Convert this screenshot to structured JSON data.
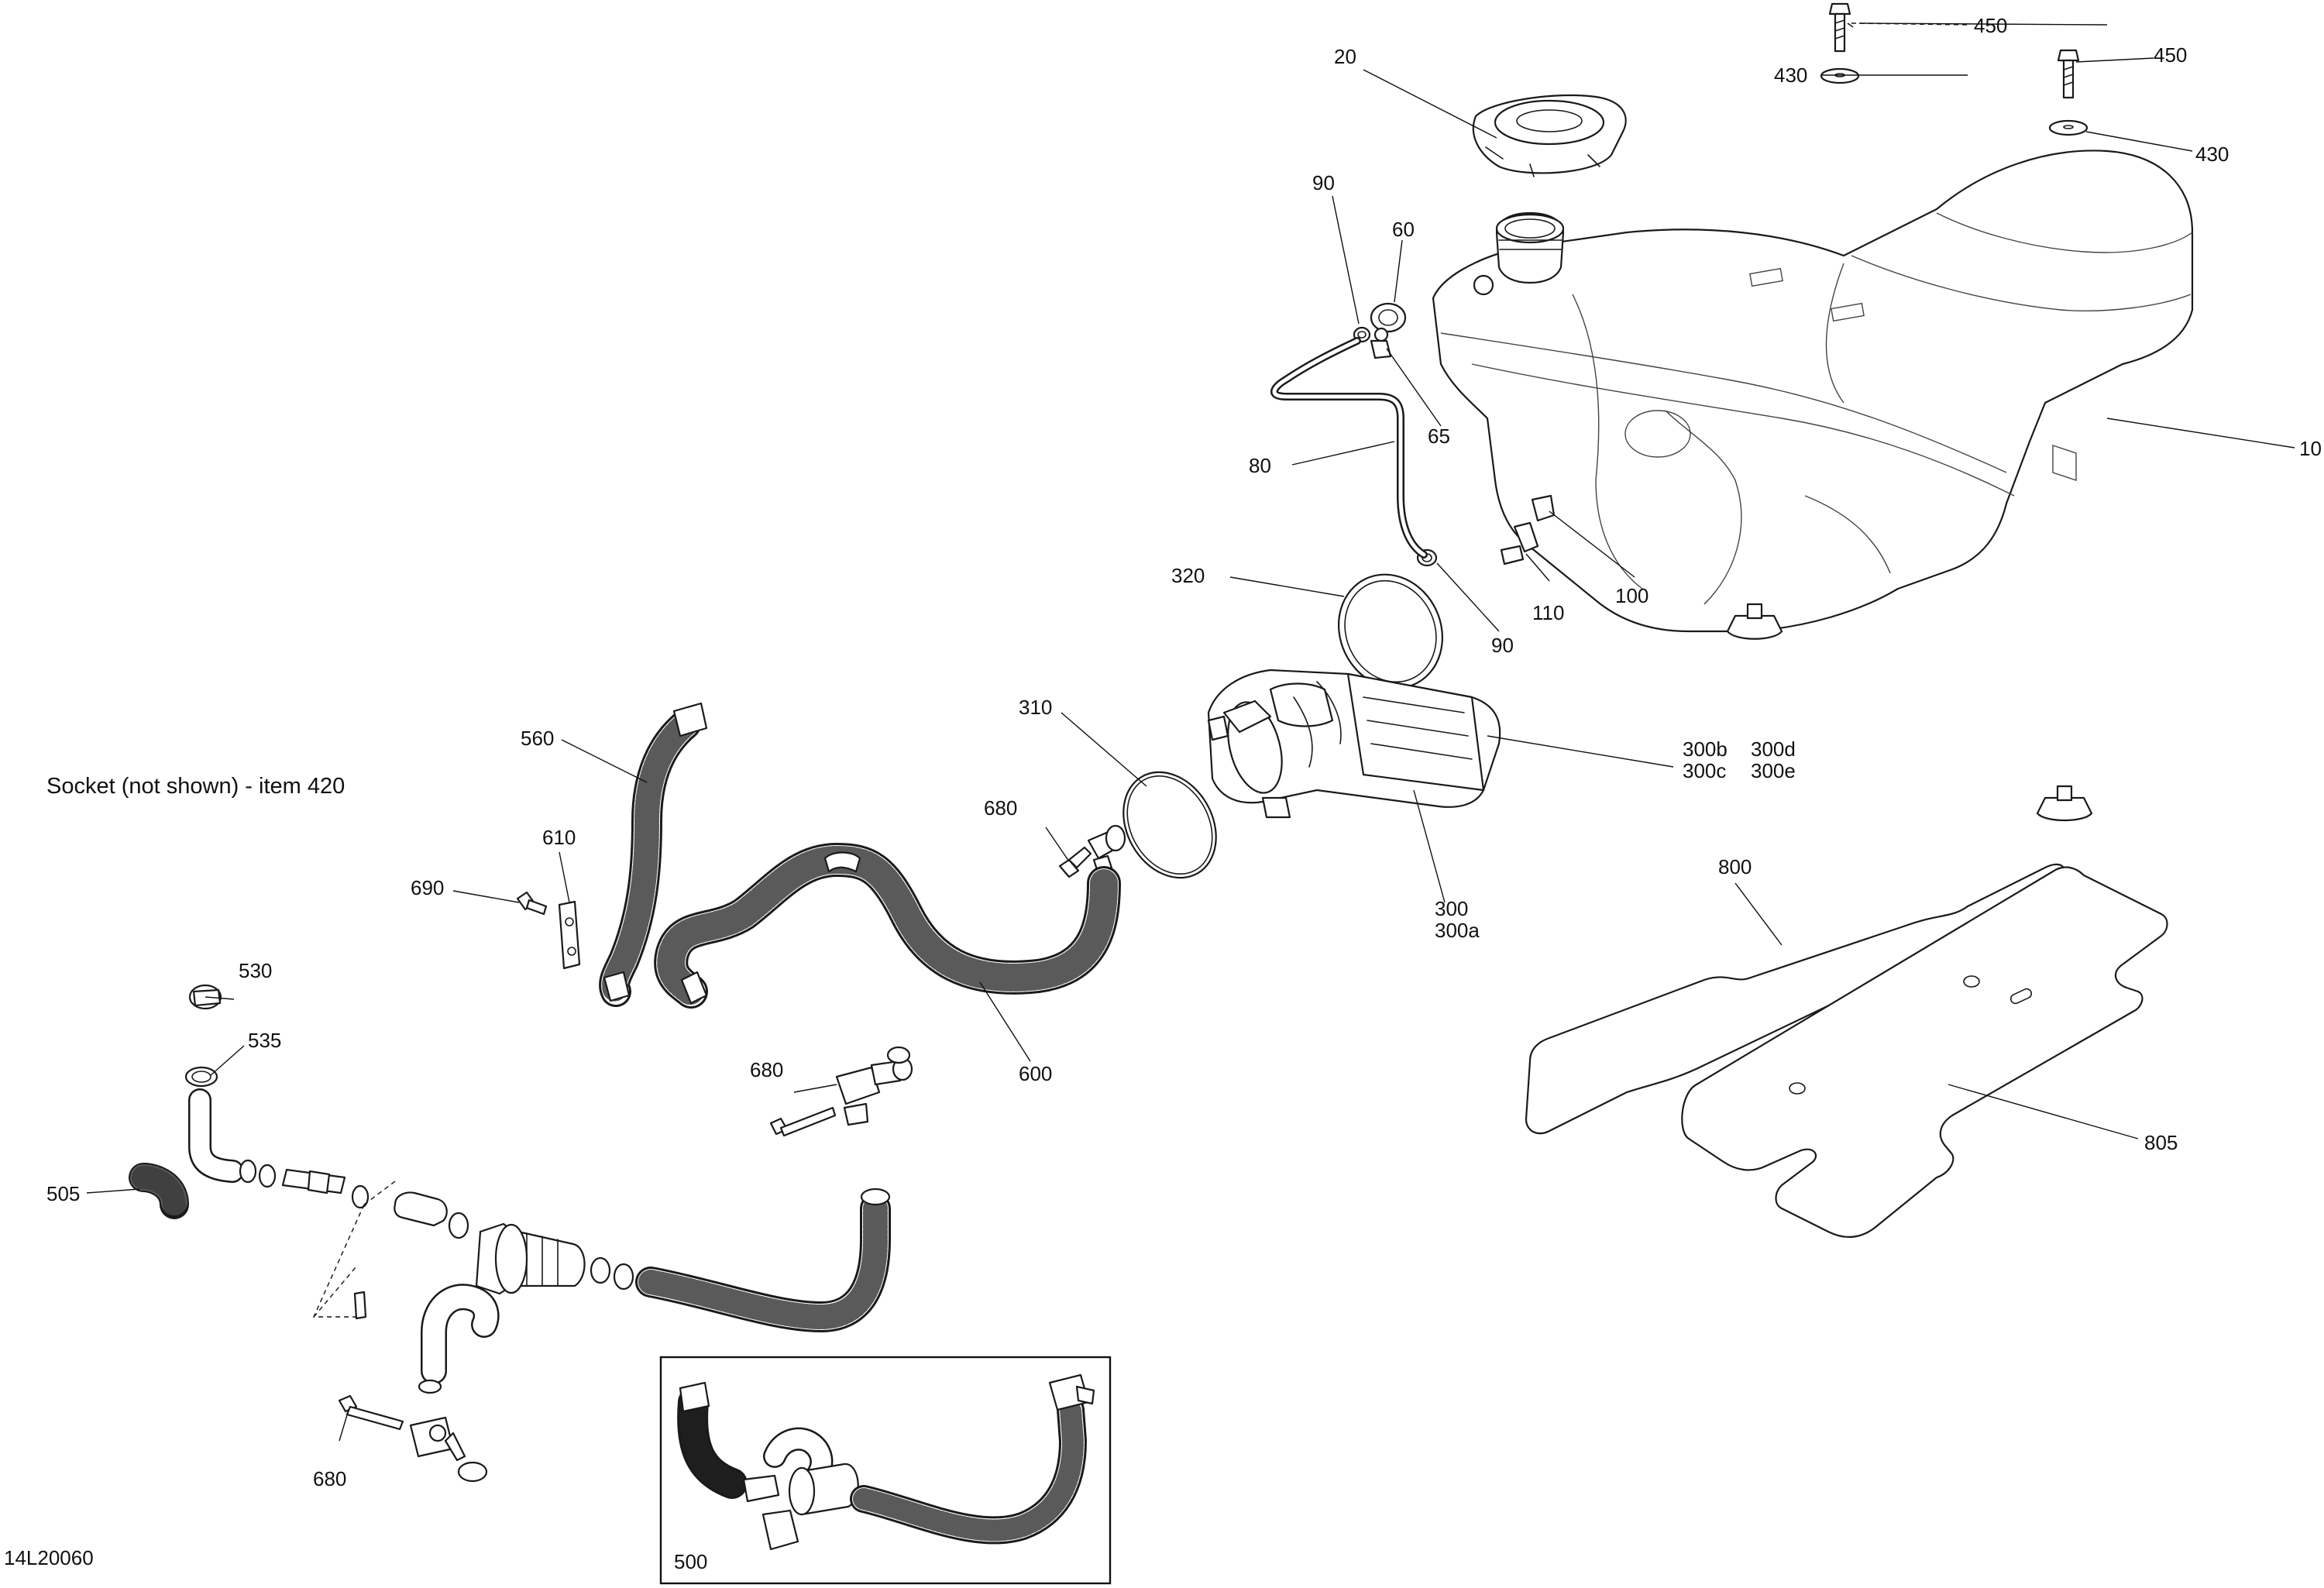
{
  "note": "Socket (not shown) - item 420",
  "drawing_id": "14L20060",
  "inset_label": "500",
  "callouts": {
    "c10": "10",
    "c20": "20",
    "c60": "60",
    "c65": "65",
    "c80": "80",
    "c90a": "90",
    "c90b": "90",
    "c100": "100",
    "c110": "110",
    "c300": "300",
    "c300a": "300a",
    "c300b": "300b",
    "c300c": "300c",
    "c300d": "300d",
    "c300e": "300e",
    "c310": "310",
    "c320": "320",
    "c430a": "430",
    "c430b": "430",
    "c450a": "450",
    "c450b": "450",
    "c505": "505",
    "c530": "530",
    "c535": "535",
    "c560": "560",
    "c600": "600",
    "c610": "610",
    "c680a": "680",
    "c680b": "680",
    "c680c": "680",
    "c690": "690",
    "c800": "800",
    "c805": "805"
  }
}
